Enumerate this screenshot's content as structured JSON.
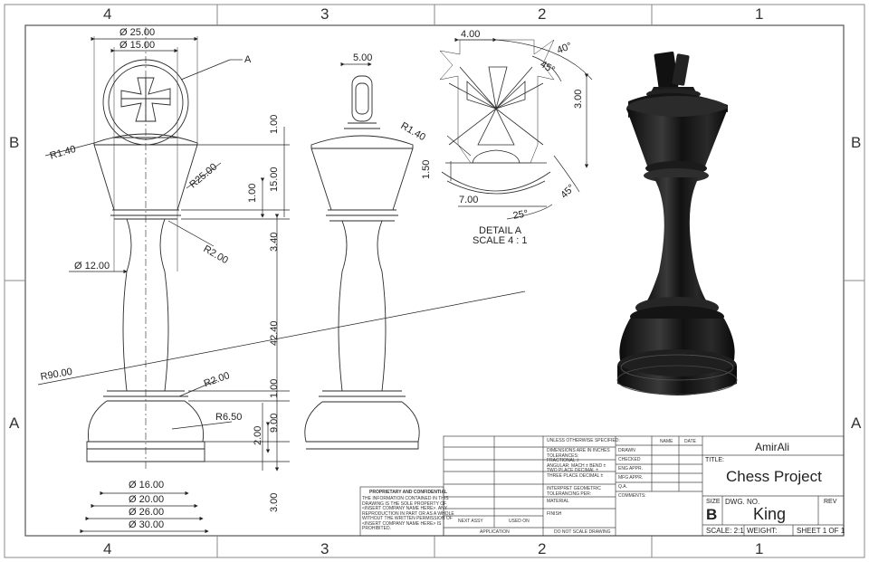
{
  "zones": {
    "top": [
      "4",
      "3",
      "2",
      "1"
    ],
    "bottom": [
      "4",
      "3",
      "2",
      "1"
    ],
    "left": [
      "B",
      "A"
    ],
    "right": [
      "B",
      "A"
    ]
  },
  "dimensions": {
    "d25": "Ø 25.00",
    "d15": "Ø 15.00",
    "callout_a": "A",
    "r140_left": "R1.40",
    "r25": "R25.00",
    "r2_upper": "R2.00",
    "d12": "Ø 12.00",
    "r90": "R90.00",
    "r2_lower": "R2.00",
    "r650": "R6.50",
    "d16": "Ø 16.00",
    "d20": "Ø 20.00",
    "d26": "Ø 26.00",
    "d30": "Ø 30.00",
    "v100_top": "1.00",
    "v1500": "15.00",
    "v100_b": "1.00",
    "v340": "3.40",
    "v4240": "42.40",
    "v100_c": "1.00",
    "v900": "9.00",
    "v200": "2.00",
    "v300_bottom": "3.00",
    "w500": "5.00"
  },
  "detail": {
    "w400": "4.00",
    "a40": "40°",
    "a45_top": "45°",
    "v300": "3.00",
    "r140": "R1.40",
    "v150": "1.50",
    "w700": "7.00",
    "a25": "25°",
    "a45_bottom": "45°",
    "title": "DETAIL A",
    "scale": "SCALE 4 : 1"
  },
  "title_block": {
    "unless": "UNLESS OTHERWISE SPECIFIED:",
    "name_col": "NAME",
    "date_col": "DATE",
    "dims_note": [
      "DIMENSIONS ARE IN INCHES",
      "TOLERANCES:",
      "FRACTIONAL ±",
      "ANGULAR: MACH ±   BEND ±",
      "TWO PLACE DECIMAL   ±",
      "THREE PLACE DECIMAL  ±"
    ],
    "drawn": "DRAWN",
    "checked": "CHECKED",
    "eng_appr": "ENG APPR.",
    "mfg_appr": "MFG APPR.",
    "qa": "Q.A.",
    "comments": "COMMENTS:",
    "interpret": [
      "INTERPRET GEOMETRIC",
      "TOLERANCING PER:"
    ],
    "material": "MATERIAL",
    "finish": "FINISH",
    "next_assy": "NEXT ASSY",
    "used_on": "USED ON",
    "application": "APPLICATION",
    "do_not_scale": "DO NOT SCALE DRAWING",
    "company": "AmirAli",
    "title_label": "TITLE:",
    "title": "Chess Project",
    "size_label": "SIZE",
    "size": "B",
    "dwg_no_label": "DWG.  NO.",
    "dwg_no": "King",
    "rev_label": "REV",
    "scale": "SCALE: 2:1",
    "weight": "WEIGHT:",
    "sheet": "SHEET 1 OF 1",
    "proprietary_title": "PROPRIETARY AND CONFIDENTIAL",
    "proprietary_lines": [
      "THE INFORMATION CONTAINED IN THIS",
      "DRAWING IS THE SOLE PROPERTY OF",
      "<INSERT COMPANY NAME HERE>.  ANY",
      "REPRODUCTION IN PART OR AS A WHOLE",
      "WITHOUT THE WRITTEN PERMISSION OF",
      "<INSERT COMPANY NAME HERE> IS",
      "PROHIBITED."
    ]
  },
  "colors": {
    "line": "#2a2a2a",
    "border": "#555555",
    "piece": "#151515"
  }
}
